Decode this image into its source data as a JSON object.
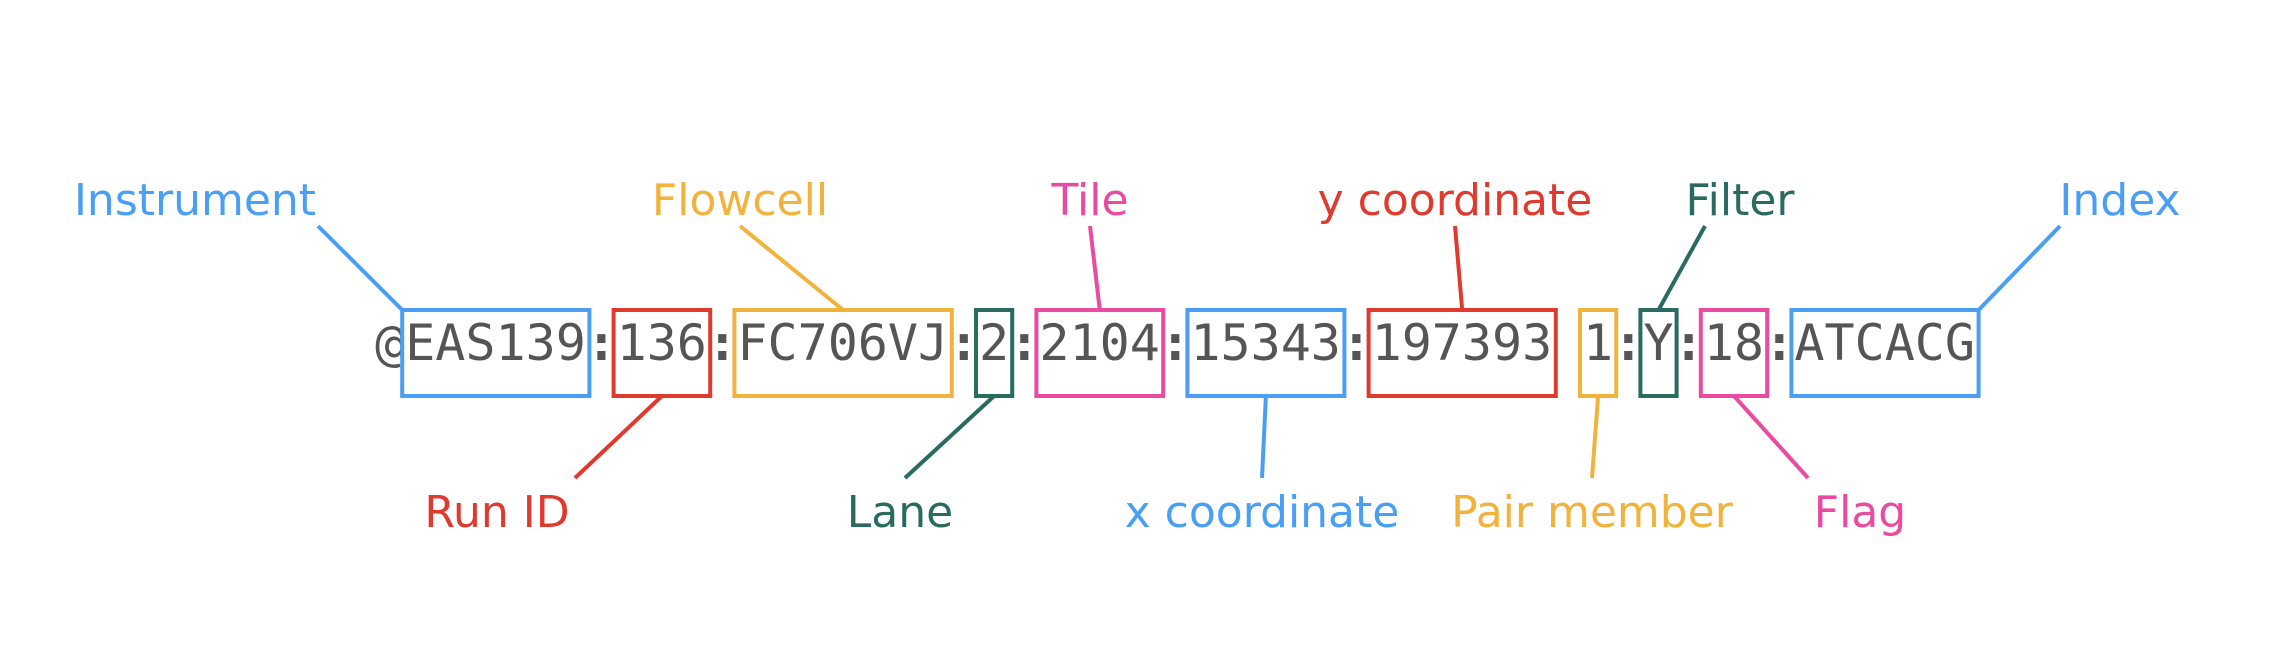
{
  "read_header": {
    "segments": [
      {
        "id": "at",
        "text": "@",
        "boxed": false
      },
      {
        "id": "instrument",
        "text": "EAS139",
        "boxed": true,
        "color": "#4a9ff5"
      },
      {
        "id": "sep1",
        "text": ":",
        "boxed": false,
        "bold": true
      },
      {
        "id": "run-id",
        "text": "136",
        "boxed": true,
        "color": "#e03a2f"
      },
      {
        "id": "sep2",
        "text": ":",
        "boxed": false,
        "bold": true
      },
      {
        "id": "flowcell",
        "text": "FC706VJ",
        "boxed": true,
        "color": "#f2b33d"
      },
      {
        "id": "sep3",
        "text": ":",
        "boxed": false,
        "bold": true
      },
      {
        "id": "lane",
        "text": "2",
        "boxed": true,
        "color": "#2a6b60"
      },
      {
        "id": "sep4",
        "text": ":",
        "boxed": false,
        "bold": true
      },
      {
        "id": "tile",
        "text": "2104",
        "boxed": true,
        "color": "#ea4aa0"
      },
      {
        "id": "sep5",
        "text": ":",
        "boxed": false,
        "bold": true
      },
      {
        "id": "x-coordinate",
        "text": "15343",
        "boxed": true,
        "color": "#4a9ff5"
      },
      {
        "id": "sep6",
        "text": ":",
        "boxed": false,
        "bold": true
      },
      {
        "id": "y-coordinate",
        "text": "197393",
        "boxed": true,
        "color": "#e03a2f"
      },
      {
        "id": "space",
        "text": " ",
        "boxed": false
      },
      {
        "id": "pair-member",
        "text": "1",
        "boxed": true,
        "color": "#f2b33d"
      },
      {
        "id": "sep7",
        "text": ":",
        "boxed": false,
        "bold": true
      },
      {
        "id": "filter",
        "text": "Y",
        "boxed": true,
        "color": "#2a6b60"
      },
      {
        "id": "sep8",
        "text": ":",
        "boxed": false,
        "bold": true
      },
      {
        "id": "flag",
        "text": "18",
        "boxed": true,
        "color": "#ea4aa0"
      },
      {
        "id": "sep9",
        "text": ":",
        "boxed": false,
        "bold": true
      },
      {
        "id": "index",
        "text": "ATCACG",
        "boxed": true,
        "color": "#4a9ff5"
      }
    ]
  },
  "labels": [
    {
      "segment": "instrument",
      "text": "Instrument",
      "position": "top",
      "color": "#4a9ff5"
    },
    {
      "segment": "flowcell",
      "text": "Flowcell",
      "position": "top",
      "color": "#f2b33d"
    },
    {
      "segment": "tile",
      "text": "Tile",
      "position": "top",
      "color": "#ea4aa0"
    },
    {
      "segment": "y-coordinate",
      "text": "y coordinate",
      "position": "top",
      "color": "#e03a2f"
    },
    {
      "segment": "filter",
      "text": "Filter",
      "position": "top",
      "color": "#2a6b60"
    },
    {
      "segment": "index",
      "text": "Index",
      "position": "top",
      "color": "#4a9ff5"
    },
    {
      "segment": "run-id",
      "text": "Run ID",
      "position": "bottom",
      "color": "#e03a2f"
    },
    {
      "segment": "lane",
      "text": "Lane",
      "position": "bottom",
      "color": "#2a6b60"
    },
    {
      "segment": "x-coordinate",
      "text": "x coordinate",
      "position": "bottom",
      "color": "#4a9ff5"
    },
    {
      "segment": "pair-member",
      "text": "Pair member",
      "position": "bottom",
      "color": "#f2b33d"
    },
    {
      "segment": "flag",
      "text": "Flag",
      "position": "bottom",
      "color": "#ea4aa0"
    }
  ]
}
